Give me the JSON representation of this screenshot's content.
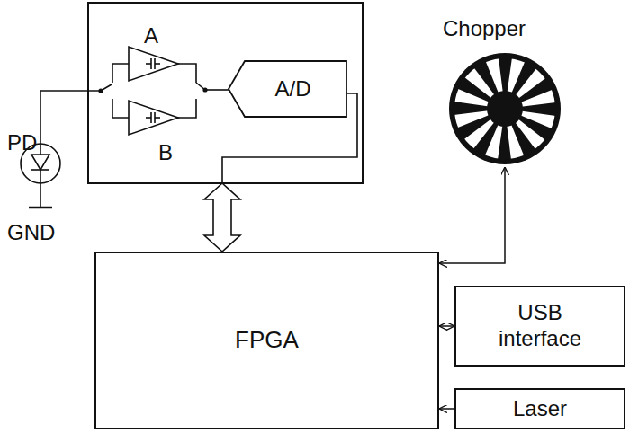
{
  "diagram": {
    "nodes": [
      {
        "text": [
          "A/D"
        ]
      },
      {
        "text": [
          "Chopper"
        ]
      },
      {
        "text": [
          "FPGA"
        ]
      },
      {
        "text": [
          "USB interface"
        ]
      },
      {
        "text": [
          "Laser"
        ]
      }
    ],
    "edges": [
      {
        "from": 2,
        "to": 1,
        "arrow": "both"
      },
      {
        "from": 2,
        "to": 3,
        "arrow": "both"
      },
      {
        "from": 4,
        "to": 2,
        "arrow": "to"
      }
    ],
    "labels": [
      "A",
      "B",
      "PD",
      "GND"
    ]
  }
}
